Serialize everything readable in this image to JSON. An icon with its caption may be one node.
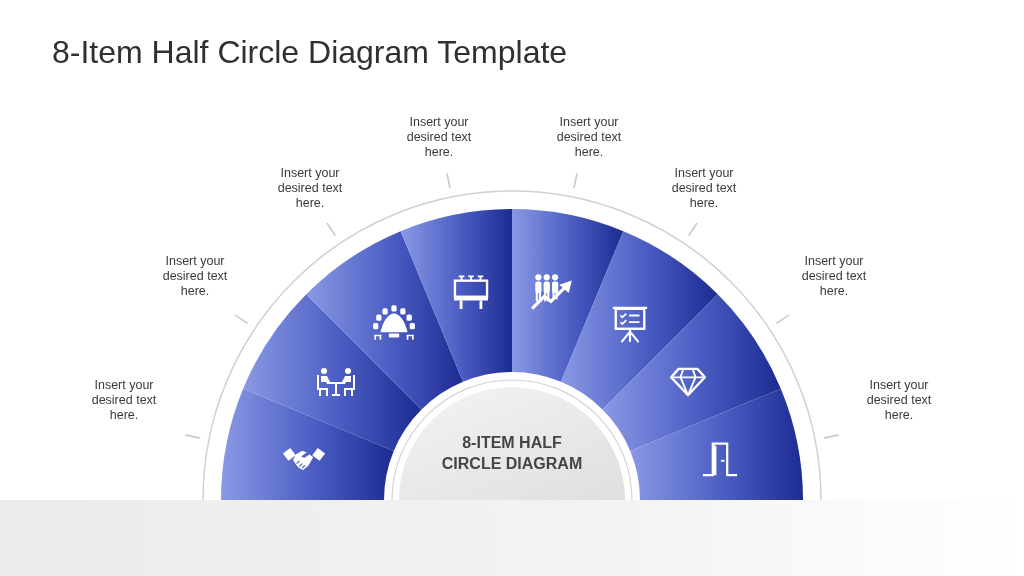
{
  "diagram": {
    "title": "8-Item Half Circle Diagram Template",
    "nodes": [
      {
        "text": [],
        "shape": "wedge"
      },
      {
        "text": [],
        "shape": "wedge"
      },
      {
        "text": [],
        "shape": "wedge"
      },
      {
        "text": [],
        "shape": "wedge"
      },
      {
        "text": [],
        "shape": "wedge"
      },
      {
        "text": [],
        "shape": "wedge"
      },
      {
        "text": [],
        "shape": "wedge"
      },
      {
        "text": [],
        "shape": "wedge"
      },
      {
        "text": [
          "8-ITEM HALF CIRCLE DIAGRAM"
        ]
      }
    ],
    "labels": [
      "Insert your desired text here.",
      "Insert your desired text here.",
      "Insert your desired text here.",
      "Insert your desired text here.",
      "Insert your desired text here.",
      "Insert your desired text here.",
      "Insert your desired text here.",
      "Insert your desired text here."
    ]
  }
}
